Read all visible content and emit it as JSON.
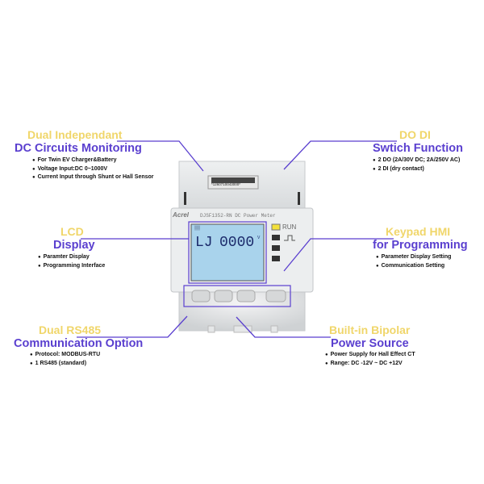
{
  "device": {
    "brand": "Acrel",
    "model": "DJSF1352-RN DC Power Meter",
    "barcode_text": "*1260710043000*",
    "lcd_left": "LJ",
    "lcd_value": "0000",
    "lcd_unit": "V",
    "lcd_small": "▒▒",
    "run_label": "RUN",
    "pulse_icon": "pulse-icon",
    "accent_color": "#5a3fcf",
    "heading_color": "#f0d66a"
  },
  "callouts": {
    "dc": {
      "title": "Dual Independant",
      "subtitle": "DC Circuits Monitoring",
      "bullets": [
        "For Twin EV Charger&Battery",
        "Voltage Input:DC 0~1000V",
        "Current Input through Shunt or Hall Sensor"
      ]
    },
    "dodi": {
      "title": "DO DI",
      "subtitle": "Swtich Function",
      "bullets": [
        "2 DO (2A/30V DC; 2A/250V AC)",
        "2 DI (dry contact)"
      ]
    },
    "lcd": {
      "title": "LCD",
      "subtitle": "Display",
      "bullets": [
        "Paramter Display",
        "Programming Interface"
      ]
    },
    "keypad": {
      "title": "Keypad HMI",
      "subtitle": "for Programming",
      "bullets": [
        "Parameter Display Setting",
        "Communication Setting"
      ]
    },
    "rs485": {
      "title": "Dual RS485",
      "subtitle": "Communication Option",
      "bullets": [
        "Protocol: MODBUS-RTU",
        "1 RS485 (standard)"
      ]
    },
    "power": {
      "title": "Built-in Bipolar",
      "subtitle": "Power Source",
      "bullets": [
        "Power Supply for Hall Effect CT",
        "Range: DC -12V ~ DC +12V"
      ]
    }
  }
}
